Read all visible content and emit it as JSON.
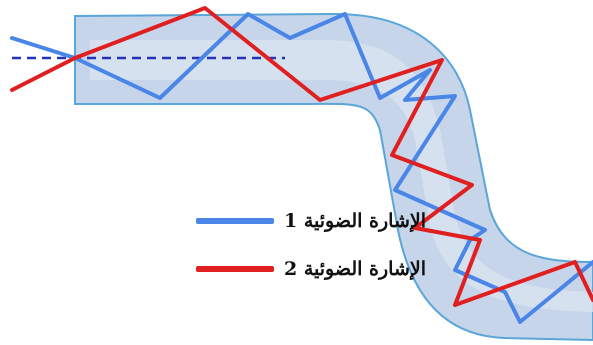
{
  "legend": [
    {
      "label": "الإشارة الضوئية 1",
      "color": "#4a86e8",
      "series": "signal-1"
    },
    {
      "label": "الإشارة الضوئية 2",
      "color": "#e02020",
      "series": "signal-2"
    }
  ],
  "colors": {
    "fiber_core": "#c7d5ea",
    "fiber_inner": "#dae3f1",
    "fiber_edge": "#5aa6d8",
    "axis_line": "#2434b8"
  }
}
